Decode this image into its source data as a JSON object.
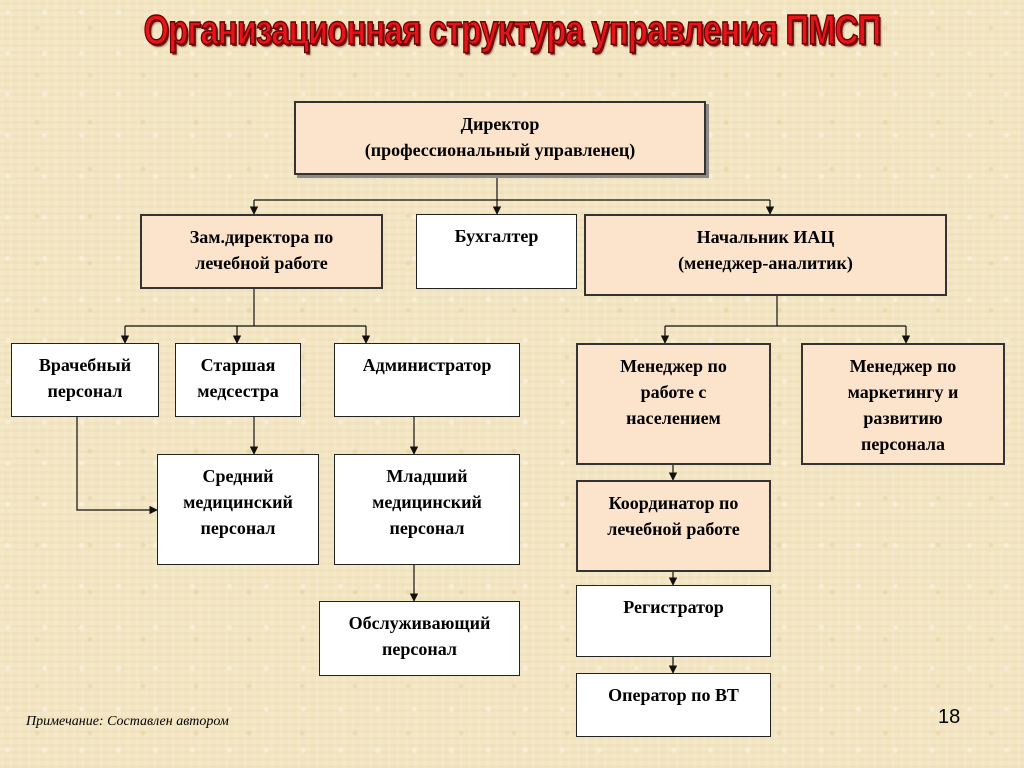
{
  "title": "Организационная структура управления ПМСП",
  "nodes": {
    "director": "Директор\n(профессиональный управленец)",
    "deputy": "Зам.директора по\nлечебной работе",
    "accountant": "Бухгалтер",
    "head_iac": "Начальник ИАЦ\n(менеджер-аналитик)",
    "doctors": "Врачебный\nперсонал",
    "head_nurse": "Старшая\nмедсестра",
    "administrator": "Администратор",
    "mid_staff": "Средний\nмедицинский\nперсонал",
    "junior_staff": "Младший\nмедицинский\nперсонал",
    "service_staff": "Обслуживающий\nперсонал",
    "mgr_population": "Менеджер по\nработе с\nнаселением",
    "mgr_marketing": "Менеджер по\nмаркетингу и\nразвитию\nперсонала",
    "coordinator": "Координатор по\nлечебной работе",
    "registrar": "Регистратор",
    "operator": "Оператор по ВТ"
  },
  "note": "Примечание: Составлен автором",
  "page_number": "18"
}
